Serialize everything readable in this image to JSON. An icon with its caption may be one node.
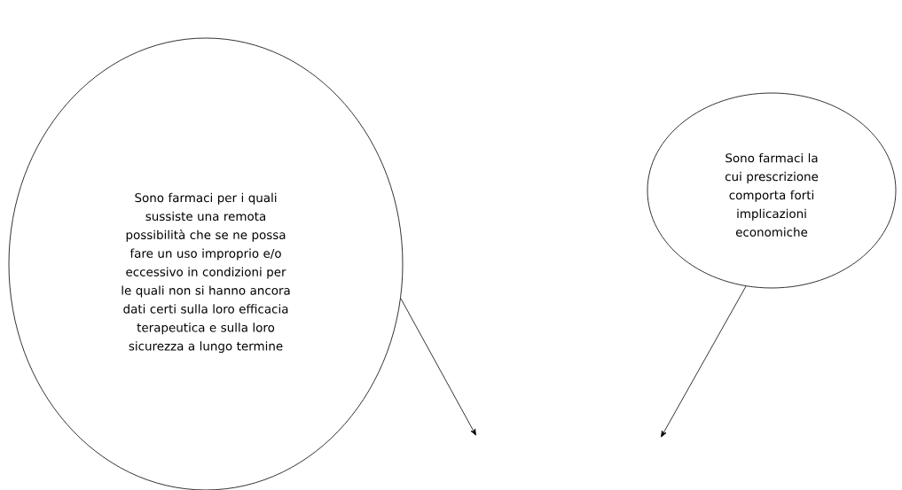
{
  "diagram": {
    "nodes": [
      {
        "text": [
          "Sono farmaci per i quali sussiste una remota possibilità che se ne possa fare un uso improprio e/o eccessivo in condizioni per le quali non si hanno ancora dati certi sulla loro efficacia terapeutica e sulla loro sicurezza a lungo termine"
        ]
      },
      {
        "text": [
          "Sono farmaci la cui prescrizione comporta forti implicazioni economiche"
        ]
      }
    ],
    "edges": [
      {
        "from": 0,
        "to": null,
        "arrow": "to"
      },
      {
        "from": 1,
        "to": null,
        "arrow": "to"
      }
    ]
  }
}
